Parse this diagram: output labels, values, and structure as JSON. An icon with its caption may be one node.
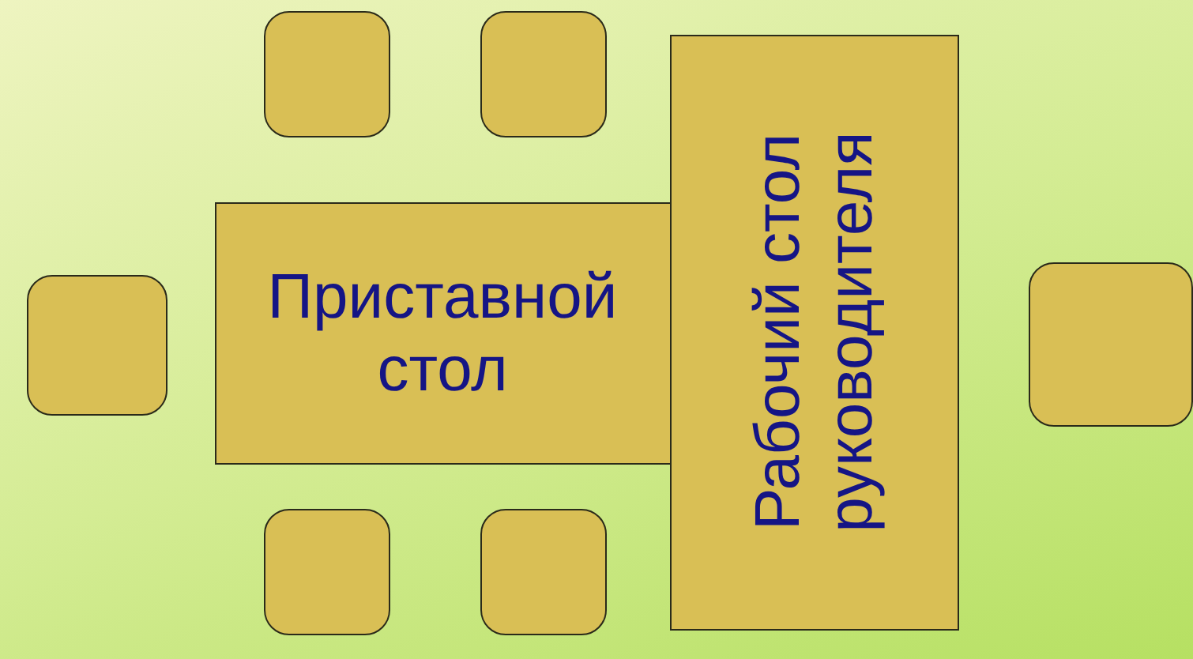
{
  "diagram": {
    "nodes": [
      {
        "text": [
          "Приставной стол"
        ]
      },
      {
        "text": [
          "Рабочий стол руководителя"
        ]
      },
      {
        "text": [],
        "shape": "box"
      },
      {
        "text": [],
        "shape": "box"
      },
      {
        "text": [],
        "shape": "box"
      },
      {
        "text": [],
        "shape": "box"
      },
      {
        "text": [],
        "shape": "box"
      },
      {
        "text": [],
        "shape": "box"
      }
    ]
  }
}
